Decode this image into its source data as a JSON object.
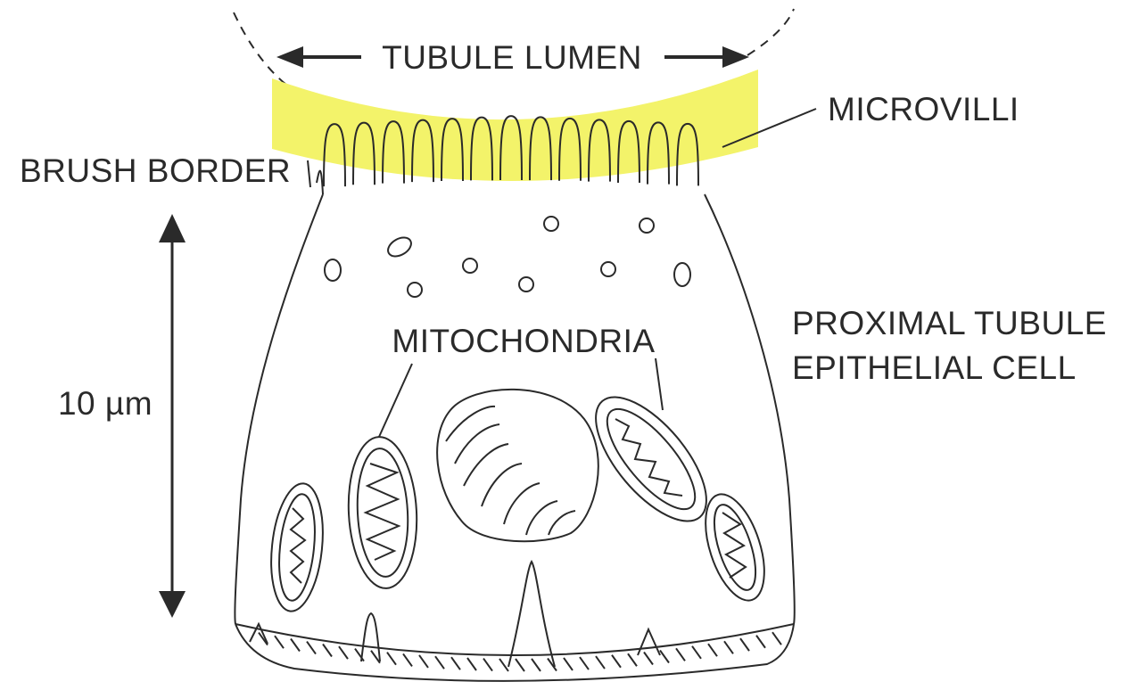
{
  "diagram": {
    "labels": {
      "tubule_lumen": "TUBULE LUMEN",
      "microvilli": "MICROVILLI",
      "brush_border": "BRUSH BORDER",
      "mitochondria": "MITOCHONDRIA",
      "cell_name_line1": "PROXIMAL TUBULE",
      "cell_name_line2": "EPITHELIAL CELL",
      "scale": "10 µm"
    },
    "colors": {
      "ink": "#2a2a2a",
      "highlight": "#f3f36a"
    }
  }
}
